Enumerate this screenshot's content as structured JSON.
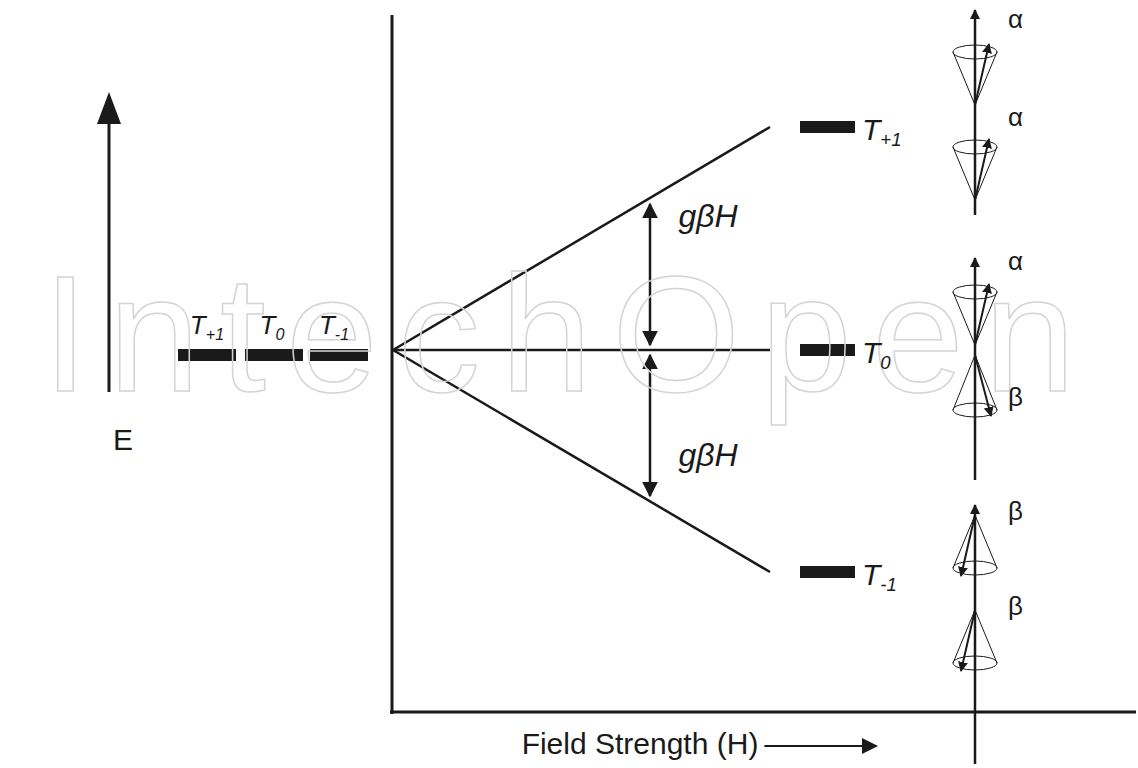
{
  "diagram": {
    "labels": [
      "E",
      "T+1",
      "T0",
      "T-1",
      "gβH",
      "gβH",
      "T+1",
      "T0",
      "T-1",
      "α",
      "α",
      "α",
      "β",
      "β",
      "β",
      "Field Strength (H)",
      "IntechOpen"
    ]
  }
}
